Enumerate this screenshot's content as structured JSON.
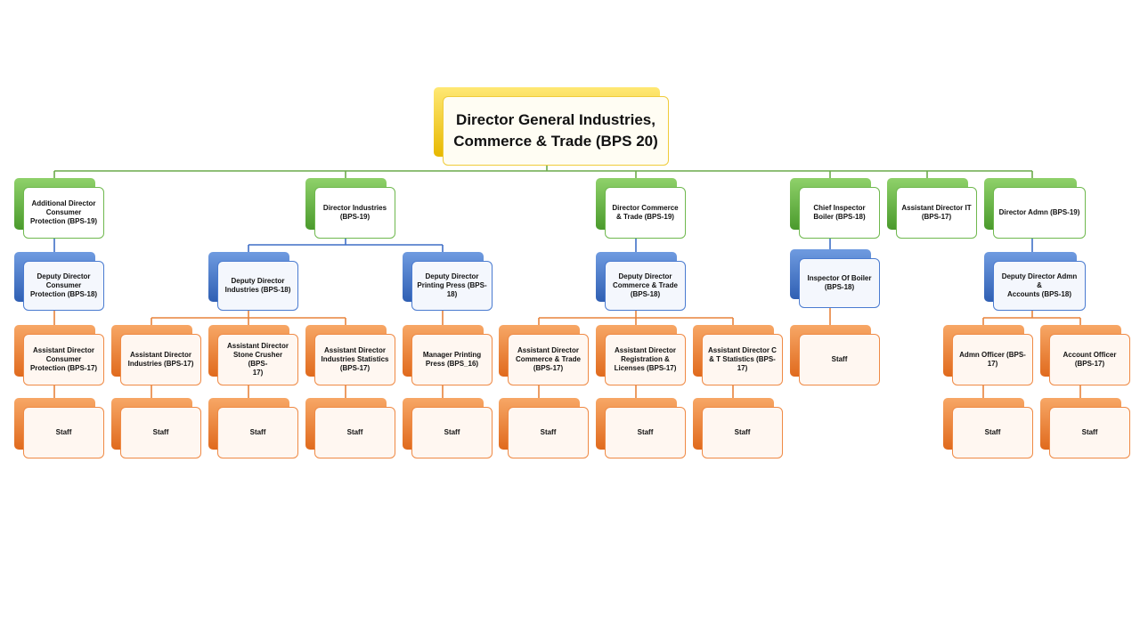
{
  "org_chart": {
    "root": "Director General Industries,\nCommerce & Trade (BPS 20)",
    "n_addl_dir": "Additional Director\nConsumer\nProtection (BPS-19)",
    "n_dir_ind": "Director Industries\n(BPS-19)",
    "n_dir_ct": "Director Commerce\n& Trade (BPS-19)",
    "n_chief_boiler": "Chief Inspector\nBoiler (BPS-18)",
    "n_ad_it": "Assistant Director IT\n(BPS-17)",
    "n_dir_admn": "Director Admn (BPS-19)",
    "n_dd_cp": "Deputy Director\nConsumer\nProtection (BPS-18)",
    "n_dd_ind": "Deputy Director\nIndustries (BPS-18)",
    "n_dd_print": "Deputy Director\nPrinting Press (BPS-\n18)",
    "n_dd_ct": "Deputy Director\nCommerce & Trade\n(BPS-18)",
    "n_insp_boiler": "Inspector Of Boiler\n(BPS-18)",
    "n_dd_admn": "Deputy Director Admn &\nAccounts (BPS-18)",
    "n_ad_cp": "Assistant Director\nConsumer\nProtection (BPS-17)",
    "n_ad_ind": "Assistant Director\nIndustries (BPS-17)",
    "n_ad_stone": "Assistant Director\nStone Crusher (BPS-\n17)",
    "n_ad_indstat": "Assistant Director\nIndustries Statistics\n(BPS-17)",
    "n_mgr_print": "Manager Printing\nPress (BPS_16)",
    "n_ad_ct": "Assistant Director\nCommerce & Trade\n(BPS-17)",
    "n_ad_reg": "Assistant Director\nRegistration &\nLicenses (BPS-17)",
    "n_ad_ctstat": "Assistant Director C\n& T Statistics (BPS-\n17)",
    "n_staff_boiler": "Staff",
    "n_admn_off": "Admn Officer (BPS-\n17)",
    "n_acc_off": "Account Officer\n(BPS-17)",
    "staff": "Staff"
  },
  "colors": {
    "level_top": "#f5c518",
    "level_director": "#5fae3e",
    "level_deputy": "#3f72c9",
    "level_staff": "#ea7a2e",
    "connector_green": "#6aaa4a",
    "connector_blue": "#3f6fc6",
    "connector_orange": "#e8843c"
  }
}
